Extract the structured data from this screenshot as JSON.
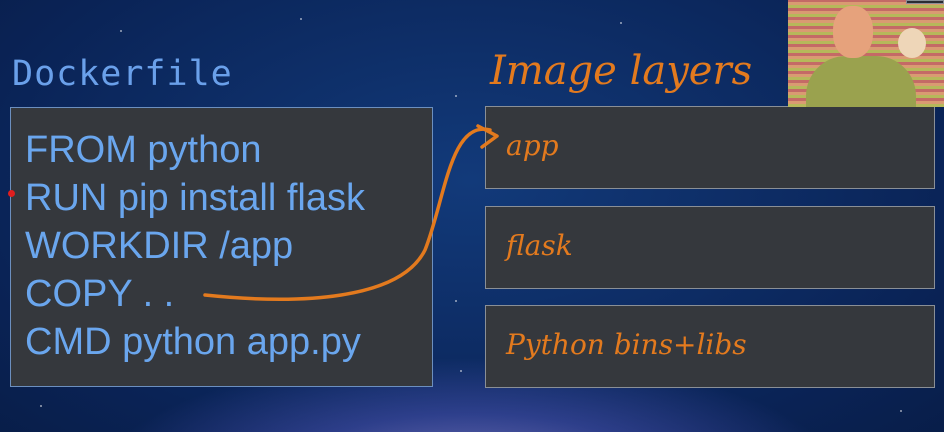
{
  "dockerfile": {
    "title": "Dockerfile",
    "lines": [
      "FROM python",
      "RUN pip install flask",
      "WORKDIR /app",
      "COPY . .",
      "CMD python app.py"
    ]
  },
  "image_layers": {
    "title": "Image layers",
    "layers": [
      "app",
      "flask",
      "Python bins+libs"
    ]
  },
  "colors": {
    "accent_blue": "#6aa6ee",
    "accent_orange": "#e37a1e",
    "box_bg": "#35383d"
  }
}
